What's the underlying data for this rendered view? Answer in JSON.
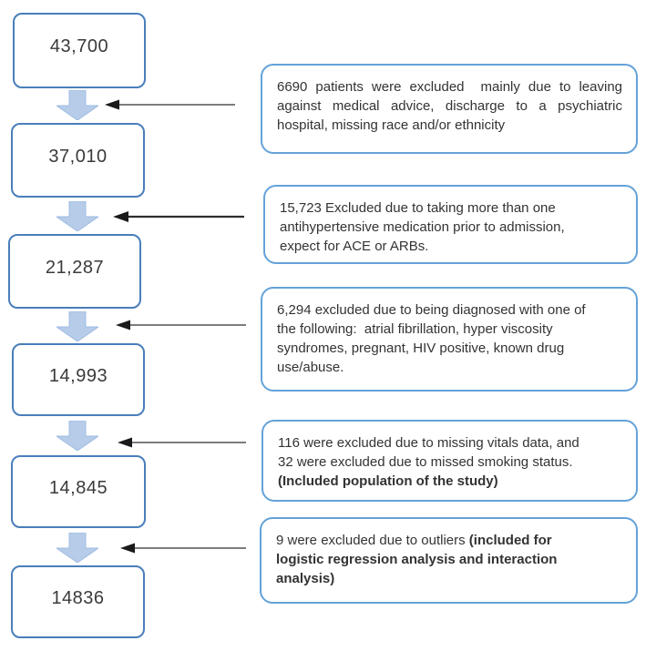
{
  "diagram": {
    "title": "patient-exclusion-flowchart",
    "boxes": [
      "43,700",
      "37,010",
      "21,287",
      "14,993",
      "14,845",
      "14836"
    ],
    "callouts": [
      {
        "justify": true,
        "lines": [
          [
            {
              "t": "6690 patients were excluded  mainly due to leaving",
              "b": false
            }
          ],
          [
            {
              "t": "against medical advice, discharge to a psychiatric",
              "b": false
            }
          ],
          [
            {
              "t": "hospital, missing race and/or ethnicity",
              "b": false
            }
          ]
        ]
      },
      {
        "justify": false,
        "lines": [
          [
            {
              "t": "15,723 Excluded due to taking more than one",
              "b": false
            }
          ],
          [
            {
              "t": "antihypertensive medication prior to admission,",
              "b": false
            }
          ],
          [
            {
              "t": "expect for ACE or ARBs.",
              "b": false
            }
          ]
        ]
      },
      {
        "justify": false,
        "lines": [
          [
            {
              "t": "6,294 excluded due to being diagnosed with one of",
              "b": false
            }
          ],
          [
            {
              "t": "the following:  atrial fibrillation, hyper viscosity",
              "b": false
            }
          ],
          [
            {
              "t": "syndromes, pregnant, HIV positive, known drug",
              "b": false
            }
          ],
          [
            {
              "t": "use/abuse.",
              "b": false
            }
          ]
        ]
      },
      {
        "justify": false,
        "lines": [
          [
            {
              "t": "116 were excluded due to missing vitals data, and",
              "b": false
            }
          ],
          [
            {
              "t": "32 were excluded due to missed smoking status.",
              "b": false
            }
          ],
          [
            {
              "t": "(Included population of the study)",
              "b": true
            }
          ]
        ]
      },
      {
        "justify": false,
        "lines": [
          [
            {
              "t": "9 were excluded due to outliers ",
              "b": false
            },
            {
              "t": "(included for",
              "b": true
            }
          ],
          [
            {
              "t": "logistic regression analysis and interaction",
              "b": true
            }
          ],
          [
            {
              "t": "analysis)",
              "b": true
            }
          ]
        ]
      }
    ],
    "colors": {
      "box_border": "#4a7ebb",
      "callout_border": "#64a2d9",
      "block_arrow_fill": "#b6cce9",
      "block_arrow_edge": "#9fbbe2",
      "connector_line": "#2d2d2d",
      "text": "#333333"
    },
    "icons": {
      "down_block_arrow": "down-arrow-icon",
      "left_connector_arrow": "arrow-left-icon"
    }
  }
}
